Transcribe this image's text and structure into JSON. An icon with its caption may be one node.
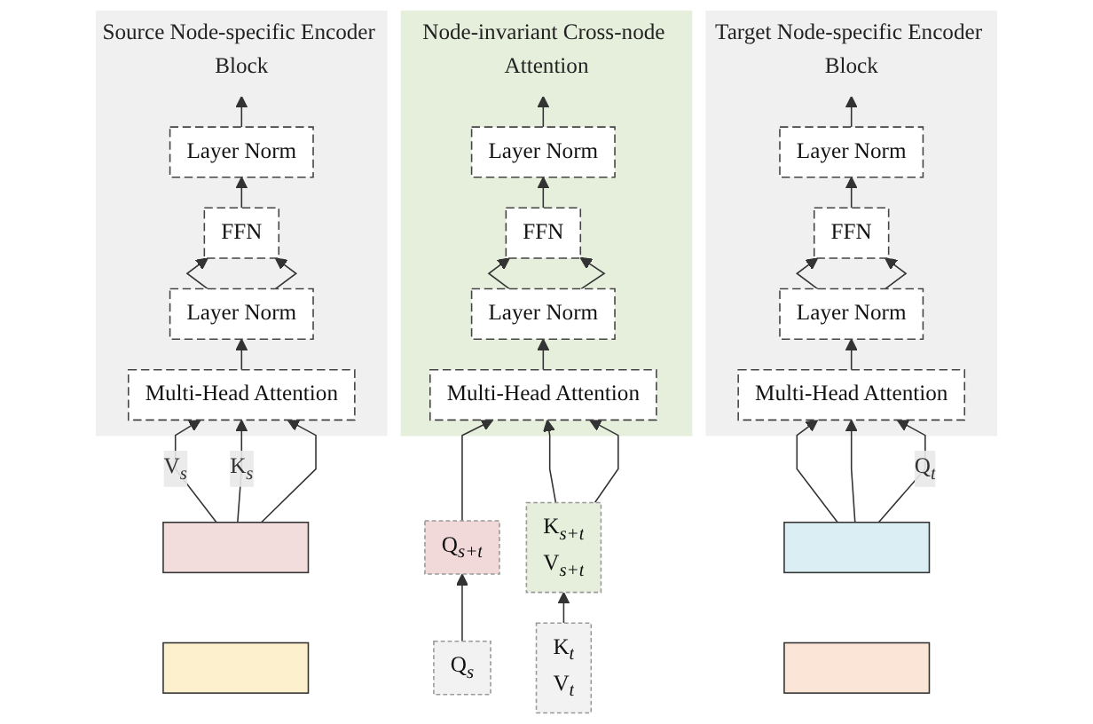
{
  "diagram": {
    "nodes": [
      {
        "text": [
          "Source Node-specific Encoder Block"
        ]
      },
      {
        "text": [
          "Multi-Head Attention"
        ],
        "in": 0
      },
      {
        "text": [
          "Layer Norm"
        ],
        "in": 0
      },
      {
        "text": [
          "FFN"
        ],
        "in": 0
      },
      {
        "text": [
          "Layer Norm"
        ],
        "in": 0
      },
      {
        "text": [
          "Q$_{s}$"
        ]
      },
      {
        "text": [],
        "shape": "bar"
      },
      {
        "text": [],
        "shape": "bar"
      },
      {
        "text": [
          "Node-invariant Cross-node Attention"
        ]
      },
      {
        "text": [
          "Multi-Head Attention"
        ],
        "in": 8
      },
      {
        "text": [
          "Layer Norm"
        ],
        "in": 8
      },
      {
        "text": [
          "FFN"
        ],
        "in": 8
      },
      {
        "text": [
          "Layer Norm"
        ],
        "in": 8
      },
      {
        "text": [
          "Q$_{s+t}$"
        ]
      },
      {
        "text": [
          "K$_{s+t}$",
          "V$_{s+t}$"
        ]
      },
      {
        "text": [
          "Target Node-specific Encoder Block"
        ]
      },
      {
        "text": [
          "Multi-Head Attention"
        ],
        "in": 15
      },
      {
        "text": [
          "Layer Norm"
        ],
        "in": 15
      },
      {
        "text": [
          "FFN"
        ],
        "in": 15
      },
      {
        "text": [
          "Layer Norm"
        ],
        "in": 15
      },
      {
        "text": [
          "K$_{t}$",
          "V$_{t}$"
        ]
      },
      {
        "text": [],
        "shape": "bar"
      },
      {
        "text": [],
        "shape": "bar"
      }
    ],
    "edges": [
      {
        "from": 6,
        "to": 1,
        "arrow": "to",
        "label": "V$_{s}$"
      },
      {
        "from": 6,
        "to": 1,
        "arrow": "to",
        "label": "K$_{s}$"
      },
      {
        "from": 6,
        "to": 1,
        "arrow": "to"
      },
      {
        "from": 1,
        "to": 2,
        "arrow": "to"
      },
      {
        "from": 2,
        "to": 3,
        "arrow": "to"
      },
      {
        "from": 2,
        "to": 3,
        "arrow": "to"
      },
      {
        "from": 3,
        "to": 4,
        "arrow": "to"
      },
      {
        "from": 4,
        "to": null,
        "arrow": "to"
      },
      {
        "from": 5,
        "to": 13,
        "arrow": "to"
      },
      {
        "from": 13,
        "to": 9,
        "arrow": "to"
      },
      {
        "from": 14,
        "to": 9,
        "arrow": "to"
      },
      {
        "from": 14,
        "to": 9,
        "arrow": "to"
      },
      {
        "from": 9,
        "to": 10,
        "arrow": "to"
      },
      {
        "from": 10,
        "to": 11,
        "arrow": "to"
      },
      {
        "from": 10,
        "to": 11,
        "arrow": "to"
      },
      {
        "from": 11,
        "to": 12,
        "arrow": "to"
      },
      {
        "from": 12,
        "to": null,
        "arrow": "to"
      },
      {
        "from": 20,
        "to": 14,
        "arrow": "to"
      },
      {
        "from": 21,
        "to": 16,
        "arrow": "to"
      },
      {
        "from": 21,
        "to": 16,
        "arrow": "to"
      },
      {
        "from": 21,
        "to": 16,
        "arrow": "to",
        "label": "Q$_{t}$"
      },
      {
        "from": 16,
        "to": 17,
        "arrow": "to"
      },
      {
        "from": 17,
        "to": 18,
        "arrow": "to"
      },
      {
        "from": 17,
        "to": 18,
        "arrow": "to"
      },
      {
        "from": 18,
        "to": 19,
        "arrow": "to"
      },
      {
        "from": 19,
        "to": null,
        "arrow": "to"
      }
    ]
  }
}
